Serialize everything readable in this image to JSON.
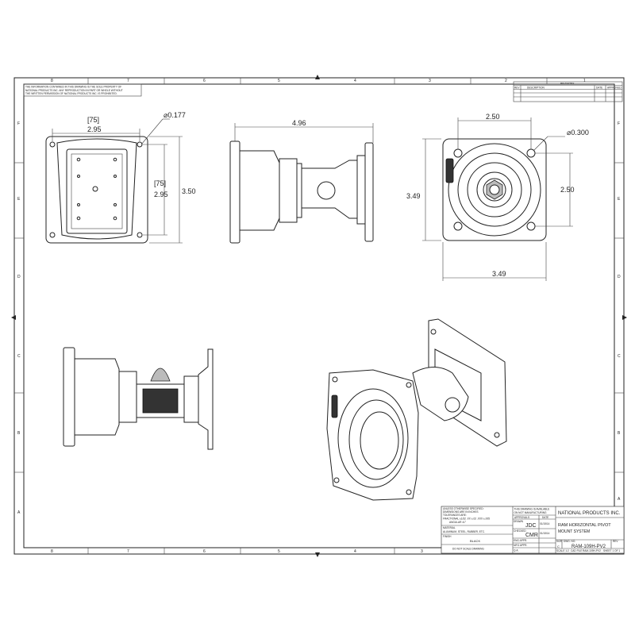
{
  "sheet": {
    "zones_top": [
      "8",
      "7",
      "6",
      "5",
      "4",
      "3",
      "2",
      "1"
    ],
    "zones_side": [
      "F",
      "E",
      "D",
      "C",
      "B",
      "A"
    ],
    "proprietary_notice": [
      "THE INFORMATION CONTAINED IN THIS DRAWING IS THE SOLE PROPERTY OF",
      "NATIONAL PRODUCTS INC. ANY REPRODUCTION IN PART OR WHOLE WITHOUT",
      "THE WRITTEN PERMISSION OF NATIONAL PRODUCTS INC. IS PROHIBITED."
    ]
  },
  "revisions": {
    "title": "REVISIONS",
    "columns": [
      "REV",
      "DESCRIPTION",
      "DATE",
      "APPROVED"
    ]
  },
  "dimensions": {
    "front_width_ref": "[75]",
    "front_width": "2.95",
    "front_hole": "⌀0.177",
    "front_height_ref": "[75]",
    "front_height": "2.95",
    "front_overall": "3.50",
    "side_length": "4.96",
    "rear_hole_spacing_h": "2.50",
    "rear_hole": "⌀0.300",
    "rear_hole_spacing_v": "2.50",
    "rear_height": "3.49",
    "rear_width": "3.49"
  },
  "title_block": {
    "tolerance_notes": [
      "UNLESS OTHERWISE SPECIFIED:",
      "DIMENSIONS ARE IN INCHES",
      "TOLERANCES ARE:",
      "FRACTIONAL ±1/32  .XX ±.02  .XXX ±.005",
      "ANGULAR ±1°"
    ],
    "material_label": "MATERIAL",
    "material": "ALUMINUM, STEEL, RUBBER, ETC.",
    "finish_label": "FINISH",
    "finish": "BLACK",
    "no_scale": "DO NOT SCALE DRAWING",
    "dim_note": [
      "THIS DRAWING IS AVAILABLE",
      "ON NOT MANUFACTURING"
    ],
    "approvals_header": "APPROVALS",
    "date_header": "DATE",
    "drawn_label": "DRAWN",
    "drawn_by": "JDC",
    "drawn_date": "01/15/14",
    "checked_label": "CHECKED",
    "checked_by": "CMR",
    "checked_date": "01/15/14",
    "eng_label": "ENG APPR.",
    "mfg_label": "MFG APPR.",
    "qa_label": "Q.A.",
    "company": "NATIONAL PRODUCTS INC.",
    "title_line1": "RAM HORIZONTAL PIVOT",
    "title_line2": "MOUNT SYSTEM",
    "size_label": "SIZE",
    "size": "C",
    "dwg_label": "DWG. NO.",
    "dwg_no": "RAM-109H-PV2",
    "rev_label": "REV",
    "scale_label": "SCALE 1:2",
    "part_label": "CAD FILE",
    "part_file": "RAM-109H-PV2",
    "sheet_label": "SHEET 1 OF 1"
  }
}
